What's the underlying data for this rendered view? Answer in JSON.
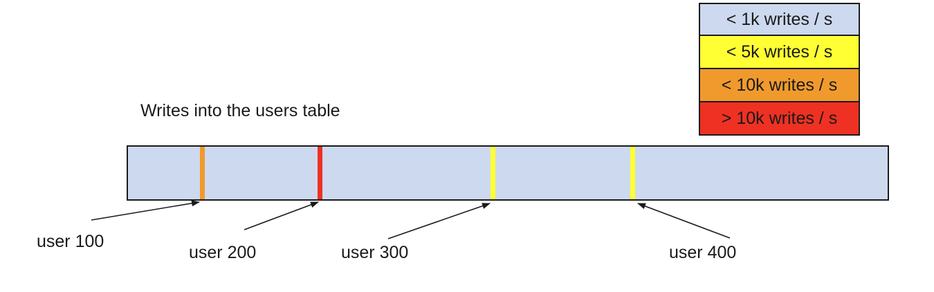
{
  "title": "Writes into the users table",
  "legend": {
    "items": [
      {
        "label": "< 1k writes / s",
        "color": "#cdd9ef"
      },
      {
        "label": "< 5k writes / s",
        "color": "#ffff33"
      },
      {
        "label": "< 10k writes / s",
        "color": "#f09a2d"
      },
      {
        "label": "> 10k writes / s",
        "color": "#ee3123"
      }
    ]
  },
  "bar": {
    "fill": "#cdd9ef",
    "border_color": "#1b1b1b",
    "markers": [
      {
        "label": "user 100",
        "color": "#f09a2d",
        "rate": "< 10k writes / s"
      },
      {
        "label": "user 200",
        "color": "#ee3123",
        "rate": "> 10k writes / s"
      },
      {
        "label": "user 300",
        "color": "#ffff33",
        "rate": "< 5k writes / s"
      },
      {
        "label": "user 400",
        "color": "#ffff33",
        "rate": "< 5k writes / s"
      }
    ]
  }
}
